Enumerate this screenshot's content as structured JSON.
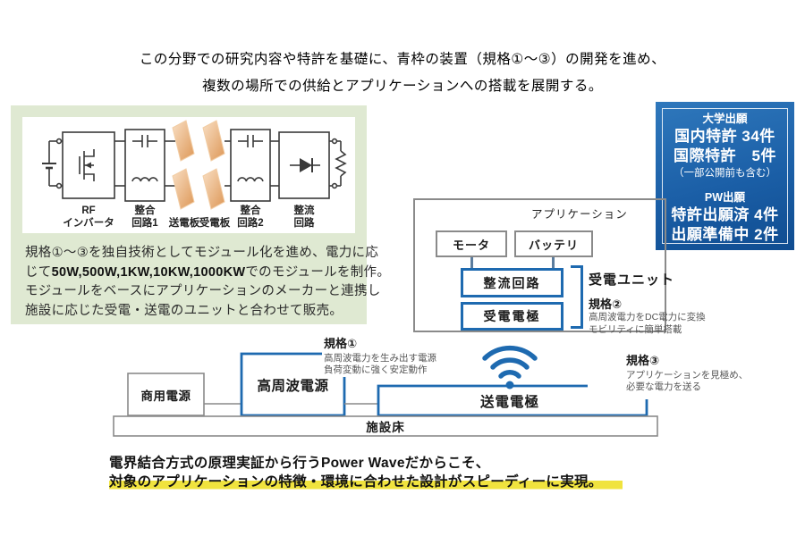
{
  "heading": {
    "line1": "この分野での研究内容や特許を基礎に、青枠の装置（規格①～③）の開発を進め、",
    "line2": "複数の場所での供給とアプリケーションへの搭載を展開する。"
  },
  "circuit": {
    "labels": {
      "rf_line1": "RF",
      "rf_line2": "インバータ",
      "match1_line1": "整合",
      "match1_line2": "回路1",
      "tx_plate": "送電板",
      "rx_plate": "受電板",
      "match2_line1": "整合",
      "match2_line2": "回路2",
      "rect_line1": "整流",
      "rect_line2": "回路"
    }
  },
  "module_text": {
    "line1": "規格①～③を独自技術としてモジュール化を進め、電力に応",
    "line2_pre": "じて",
    "line2_bold": "50W,500W,1KW,10KW,1000KW",
    "line2_post": "でのモジュールを制作。",
    "line3": "モジュールをベースにアプリケーションのメーカーと連携し",
    "line4": "施設に応じた受電・送電のユニットと合わせて販売。"
  },
  "patent_box": {
    "group1_title": "大学出願",
    "domestic": "国内特許 34件",
    "international": "国際特許　5件",
    "note": "（一部公開前も含む）",
    "group2_title": "PW出願",
    "filed": "特許出願済 4件",
    "preparing": "出願準備中 2件"
  },
  "application": {
    "title": "アプリケーション",
    "motor": "モータ",
    "battery": "バッテリ",
    "rectifier": "整流回路",
    "electrode": "受電電極",
    "unit_label": "受電ユニット",
    "spec2_title": "規格②",
    "spec2_desc1": "高周波電力をDC電力に変換",
    "spec2_desc2": "モビリティに簡単搭載"
  },
  "bottom_diagram": {
    "commercial_power": "商用電源",
    "hf_power": "高周波電源",
    "tx_electrode": "送電電極",
    "floor": "施設床",
    "spec1_title": "規格①",
    "spec1_desc1": "高周波電力を生み出す電源",
    "spec1_desc2": "負荷変動に強く安定動作",
    "spec3_title": "規格③",
    "spec3_desc1": "アプリケーションを見極め、",
    "spec3_desc2": "必要な電力を送る"
  },
  "summary": {
    "line1": "電界結合方式の原理実証から行うPower Waveだからこそ、",
    "line2": "対象のアプリケーションの特徴・環境に合わせた設計がスピーディーに実現。"
  },
  "colors": {
    "accent_blue": "#1e6ab0",
    "panel_green": "#dfe9d2",
    "plate_orange": "#e2a066",
    "highlight_yellow": "#f0e33e",
    "patent_bg_top": "#2f78bc",
    "patent_bg_bottom": "#0f4c90",
    "gray_border": "#8a8a8a"
  }
}
